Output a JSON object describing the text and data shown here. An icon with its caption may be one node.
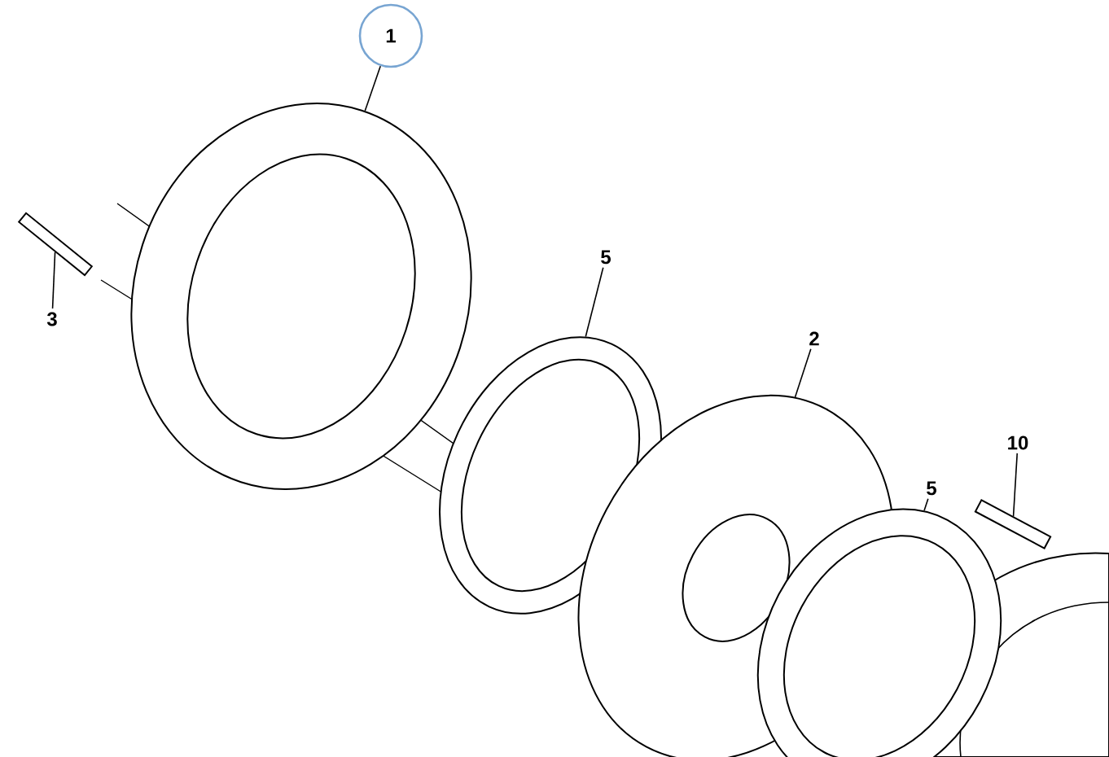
{
  "diagram": {
    "nodes": [
      {
        "text": [
          "1"
        ]
      },
      {
        "text": [
          "3"
        ]
      },
      {
        "text": [
          "5"
        ]
      },
      {
        "text": [
          "2"
        ]
      },
      {
        "text": [
          "5"
        ]
      },
      {
        "text": [
          "10"
        ]
      },
      {
        "text": [],
        "shape": "picture"
      },
      {
        "text": [],
        "shape": "picture"
      },
      {
        "text": [],
        "shape": "picture"
      },
      {
        "text": [],
        "shape": "picture"
      },
      {
        "text": [],
        "shape": "picture"
      },
      {
        "text": [],
        "shape": "picture"
      }
    ],
    "edges": [
      {
        "from": 0,
        "to": 6,
        "arrow": "none"
      },
      {
        "from": 1,
        "to": 7,
        "arrow": "none"
      },
      {
        "from": 2,
        "to": 8,
        "arrow": "none"
      },
      {
        "from": 3,
        "to": 9,
        "arrow": "none"
      },
      {
        "from": 4,
        "to": 10,
        "arrow": "none"
      },
      {
        "from": 5,
        "to": 11,
        "arrow": "none"
      }
    ]
  }
}
